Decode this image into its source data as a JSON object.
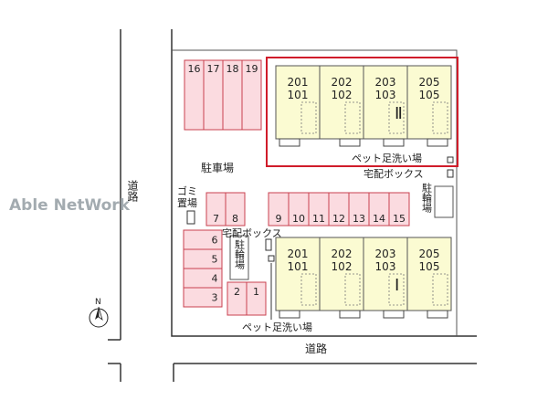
{
  "watermark": "Able NetWork",
  "compass": "N",
  "roads": {
    "left": "道路",
    "bottom": "道路"
  },
  "parking_label": "駐車場",
  "garbage_label": "ゴミ置場",
  "bike_label": "駐輪場",
  "delivery_box_label": "宅配ボックス",
  "pet_wash_label": "ペット足洗い場",
  "buildings": [
    {
      "name": "Ⅱ",
      "units": [
        [
          "201",
          "101"
        ],
        [
          "202",
          "102"
        ],
        [
          "203",
          "103"
        ],
        [
          "205",
          "105"
        ]
      ]
    },
    {
      "name": "Ⅰ",
      "units": [
        [
          "201",
          "101"
        ],
        [
          "202",
          "102"
        ],
        [
          "203",
          "103"
        ],
        [
          "205",
          "105"
        ]
      ]
    }
  ],
  "parking": {
    "top_row": [
      "16",
      "17",
      "18",
      "19"
    ],
    "mid_left": [
      "7",
      "8"
    ],
    "mid_right": [
      "9",
      "10",
      "11",
      "12",
      "13",
      "14",
      "15"
    ],
    "left_col": [
      "6",
      "5",
      "4",
      "3"
    ],
    "bottom_small": [
      "2",
      "1"
    ]
  },
  "colors": {
    "parking_fill": "#fbdbe0",
    "parking_stroke": "#c8404f",
    "unit_fill": "#fbfbd2",
    "highlight": "#d01c2a"
  }
}
